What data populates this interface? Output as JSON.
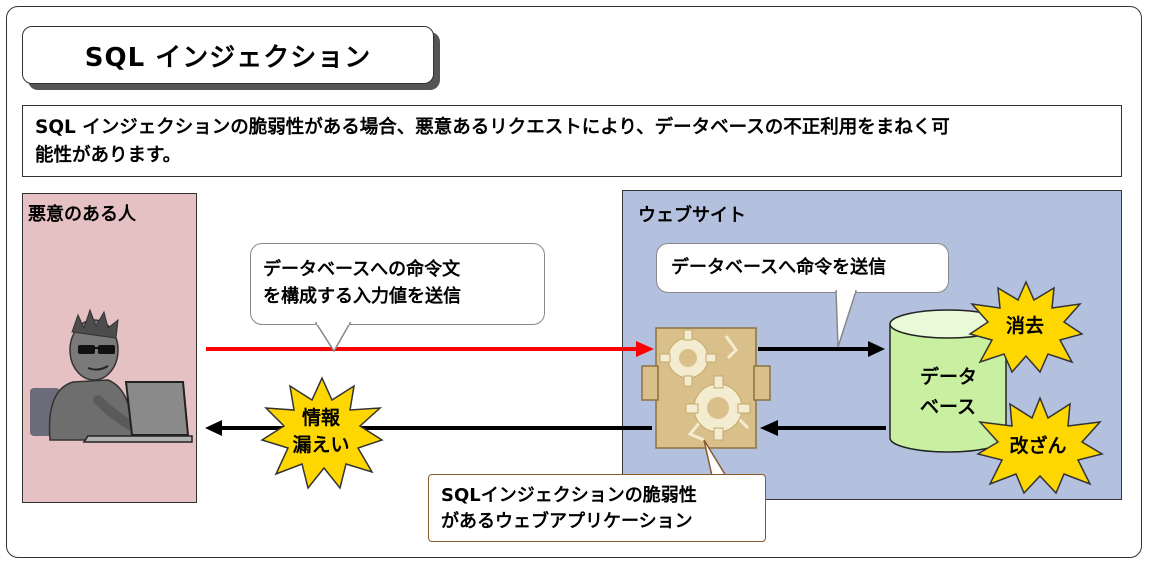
{
  "title": "SQL インジェクション",
  "description": {
    "line1": "SQL インジェクションの脆弱性がある場合、悪意あるリクエストにより、データベースの不正利用をまねく可",
    "line2": "能性があります。"
  },
  "attacker": {
    "label": "悪意のある人"
  },
  "website": {
    "label": "ウェブサイト"
  },
  "bubbles": {
    "query_line1": "データベースへの命令文",
    "query_line2": "を構成する入力値を送信",
    "db_command": "データベースへ命令を送信",
    "app_line1": "SQLインジェクションの脆弱性",
    "app_line2": "があるウェブアプリケーション"
  },
  "bursts": {
    "leak_line1": "情報",
    "leak_line2": "漏えい",
    "delete": "消去",
    "tamper": "改ざん"
  },
  "database": {
    "line1": "データ",
    "line2": "ベース"
  },
  "colors": {
    "attacker_bg": "#e5c1c3",
    "website_bg": "#b3c0de",
    "attack_arrow": "#ff0000",
    "burst_fill": "#ffd700",
    "db_fill": "#c8f0a0",
    "gear_box": "#d9c08a"
  }
}
